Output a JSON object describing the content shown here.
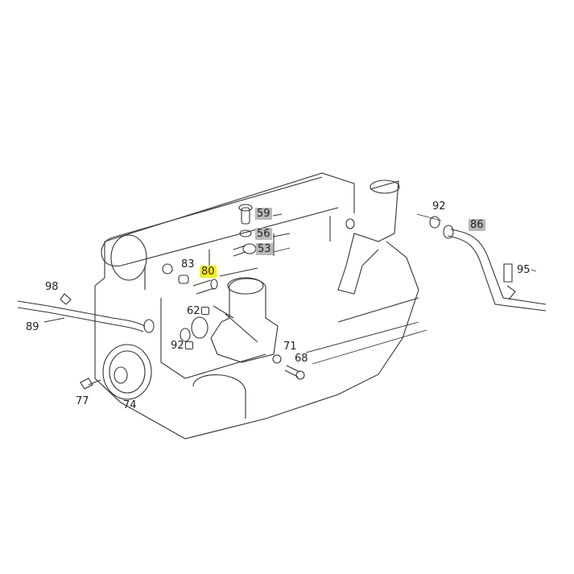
{
  "diagram": {
    "title": "",
    "callouts": [
      {
        "id": "59",
        "text": "59",
        "highlight": "grey"
      },
      {
        "id": "56",
        "text": "56",
        "highlight": "grey"
      },
      {
        "id": "53",
        "text": "53",
        "highlight": "grey"
      },
      {
        "id": "83",
        "text": "83",
        "highlight": "none"
      },
      {
        "id": "80",
        "text": "80",
        "highlight": "yellow"
      },
      {
        "id": "98",
        "text": "98",
        "highlight": "none"
      },
      {
        "id": "89",
        "text": "89",
        "highlight": "none"
      },
      {
        "id": "62",
        "text": "62",
        "highlight": "none"
      },
      {
        "id": "92a",
        "text": "92",
        "highlight": "none"
      },
      {
        "id": "71",
        "text": "71",
        "highlight": "none"
      },
      {
        "id": "68",
        "text": "68",
        "highlight": "none"
      },
      {
        "id": "77",
        "text": "77",
        "highlight": "none"
      },
      {
        "id": "74",
        "text": "74",
        "highlight": "none"
      },
      {
        "id": "92b",
        "text": "92",
        "highlight": "none"
      },
      {
        "id": "86",
        "text": "86",
        "highlight": "grey"
      },
      {
        "id": "95",
        "text": "95",
        "highlight": "none"
      }
    ],
    "colors": {
      "grey_highlight": "#b9b9b9",
      "yellow_highlight": "#f4ef1a",
      "line": "#333333"
    }
  }
}
